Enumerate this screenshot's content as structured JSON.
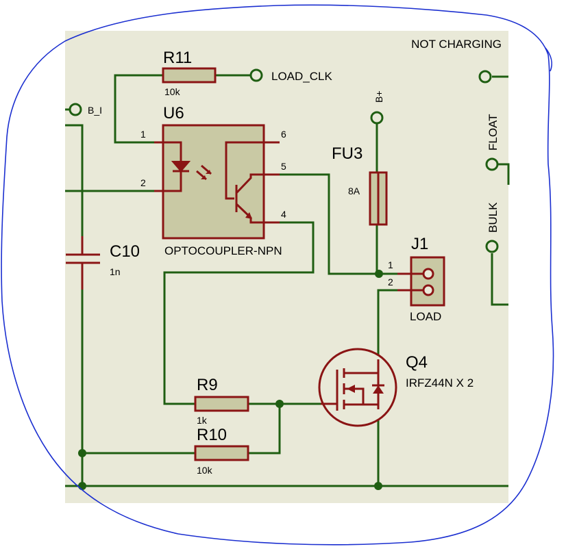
{
  "status_text": "NOT CHARGING",
  "colors": {
    "background": "#e9e9d8",
    "wire": "#1f5e12",
    "component": "#8a1414",
    "component_fill": "#c9c9a4",
    "annotation": "#1b2fd0"
  },
  "terminals": {
    "load_clk": "LOAD_CLK",
    "b_i": "B_I",
    "b_plus": "B+",
    "float": "FLOAT",
    "bulk": "BULK"
  },
  "components": {
    "r11": {
      "ref": "R11",
      "value": "10k"
    },
    "u6": {
      "ref": "U6",
      "value": "OPTOCOUPLER-NPN",
      "pins": [
        "1",
        "2",
        "6",
        "5",
        "4"
      ]
    },
    "fu3": {
      "ref": "FU3",
      "value": "8A"
    },
    "c10": {
      "ref": "C10",
      "value": "1n"
    },
    "j1": {
      "ref": "J1",
      "value": "LOAD",
      "pins": [
        "1",
        "2"
      ]
    },
    "q4": {
      "ref": "Q4",
      "value": "IRFZ44N X 2"
    },
    "r9": {
      "ref": "R9",
      "value": "1k"
    },
    "r10": {
      "ref": "R10",
      "value": "10k"
    }
  }
}
